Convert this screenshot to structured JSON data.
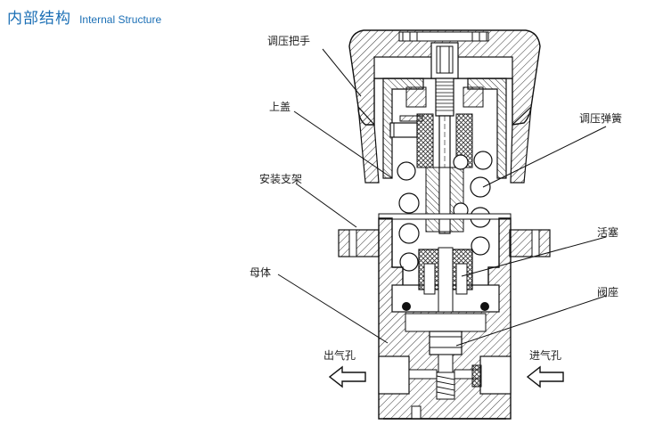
{
  "title": {
    "cn": "内部结构",
    "en": "Internal Structure"
  },
  "labels": {
    "handle": "调压把手",
    "top_cover": "上盖",
    "spring": "调压弹簧",
    "bracket": "安装支架",
    "piston": "活塞",
    "body": "母体",
    "valve_seat": "阀座",
    "outlet": "出气孔",
    "inlet": "进气孔"
  },
  "colors": {
    "title": "#1b6fb5",
    "line": "#111111",
    "hatch": "#333333"
  }
}
